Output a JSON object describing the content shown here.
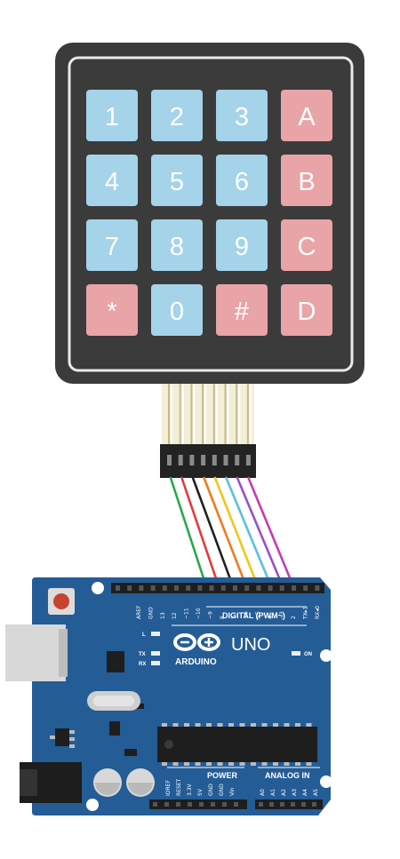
{
  "keypad": {
    "rows": [
      [
        {
          "label": "1",
          "kind": "digit"
        },
        {
          "label": "2",
          "kind": "digit"
        },
        {
          "label": "3",
          "kind": "digit"
        },
        {
          "label": "A",
          "kind": "letter"
        }
      ],
      [
        {
          "label": "4",
          "kind": "digit"
        },
        {
          "label": "5",
          "kind": "digit"
        },
        {
          "label": "6",
          "kind": "digit"
        },
        {
          "label": "B",
          "kind": "letter"
        }
      ],
      [
        {
          "label": "7",
          "kind": "digit"
        },
        {
          "label": "8",
          "kind": "digit"
        },
        {
          "label": "9",
          "kind": "digit"
        },
        {
          "label": "C",
          "kind": "letter"
        }
      ],
      [
        {
          "label": "*",
          "kind": "letter"
        },
        {
          "label": "0",
          "kind": "digit"
        },
        {
          "label": "#",
          "kind": "letter"
        },
        {
          "label": "D",
          "kind": "letter"
        }
      ]
    ],
    "colors": {
      "digit": "#a5d3ea",
      "letter": "#e8a4a6",
      "body": "#3a3a3a"
    }
  },
  "wire_colors": [
    "#2aa84a",
    "#e23b3b",
    "#222222",
    "#f07c1e",
    "#f2c618",
    "#5cc0dd",
    "#9b4fc7",
    "#c83ab0"
  ],
  "board": {
    "color": "#245c96",
    "brand": "ARDUINO",
    "model": "UNO",
    "digital_header_label": "DIGITAL (PWM~)",
    "power_label": "POWER",
    "analog_label": "ANALOG IN",
    "on_label": "ON",
    "l_label": "L",
    "tx_label": "TX",
    "rx_label": "RX",
    "top_pins": [
      "AREF",
      "GND",
      "13",
      "12",
      "~11",
      "~10",
      "~9",
      "8",
      "7",
      "~6",
      "~5",
      "4",
      "~3",
      "2",
      "TX▸1",
      "RX◂0"
    ],
    "power_pins": [
      "IOREF",
      "RESET",
      "3.3V",
      "5V",
      "GND",
      "GND",
      "Vin"
    ],
    "analog_pins": [
      "A0",
      "A1",
      "A2",
      "A3",
      "A4",
      "A5"
    ]
  }
}
